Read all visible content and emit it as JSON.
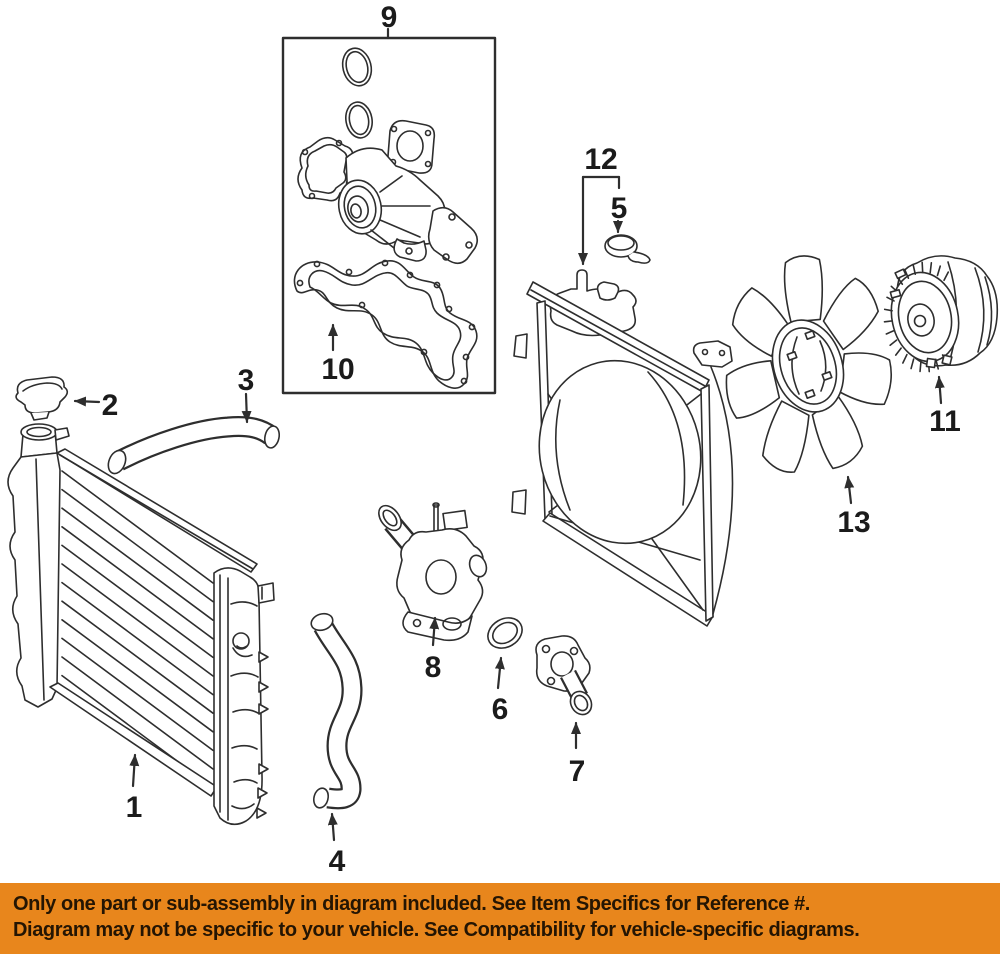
{
  "diagram": {
    "type": "exploded-parts-diagram",
    "line_color": "#2e2e2e",
    "callouts": [
      {
        "label": "1",
        "part": "radiator"
      },
      {
        "label": "2",
        "part": "radiator-cap"
      },
      {
        "label": "3",
        "part": "upper-radiator-hose"
      },
      {
        "label": "4",
        "part": "lower-radiator-hose"
      },
      {
        "label": "5",
        "part": "reservoir-cap"
      },
      {
        "label": "6",
        "part": "thermostat-gasket"
      },
      {
        "label": "7",
        "part": "water-outlet"
      },
      {
        "label": "8",
        "part": "water-inlet-housing"
      },
      {
        "label": "9",
        "part": "water-pump-kit-box"
      },
      {
        "label": "10",
        "part": "water-pump-gasket"
      },
      {
        "label": "11",
        "part": "fan-clutch"
      },
      {
        "label": "12",
        "part": "fan-shroud"
      },
      {
        "label": "13",
        "part": "fan-blade"
      }
    ]
  },
  "banner": {
    "background": "#e8861c",
    "text_color": "#241503",
    "line1": "Only one part or sub-assembly in diagram included. See Item Specifics for Reference #.",
    "line2": "Diagram may not be specific to your vehicle. See Compatibility for vehicle-specific diagrams."
  }
}
